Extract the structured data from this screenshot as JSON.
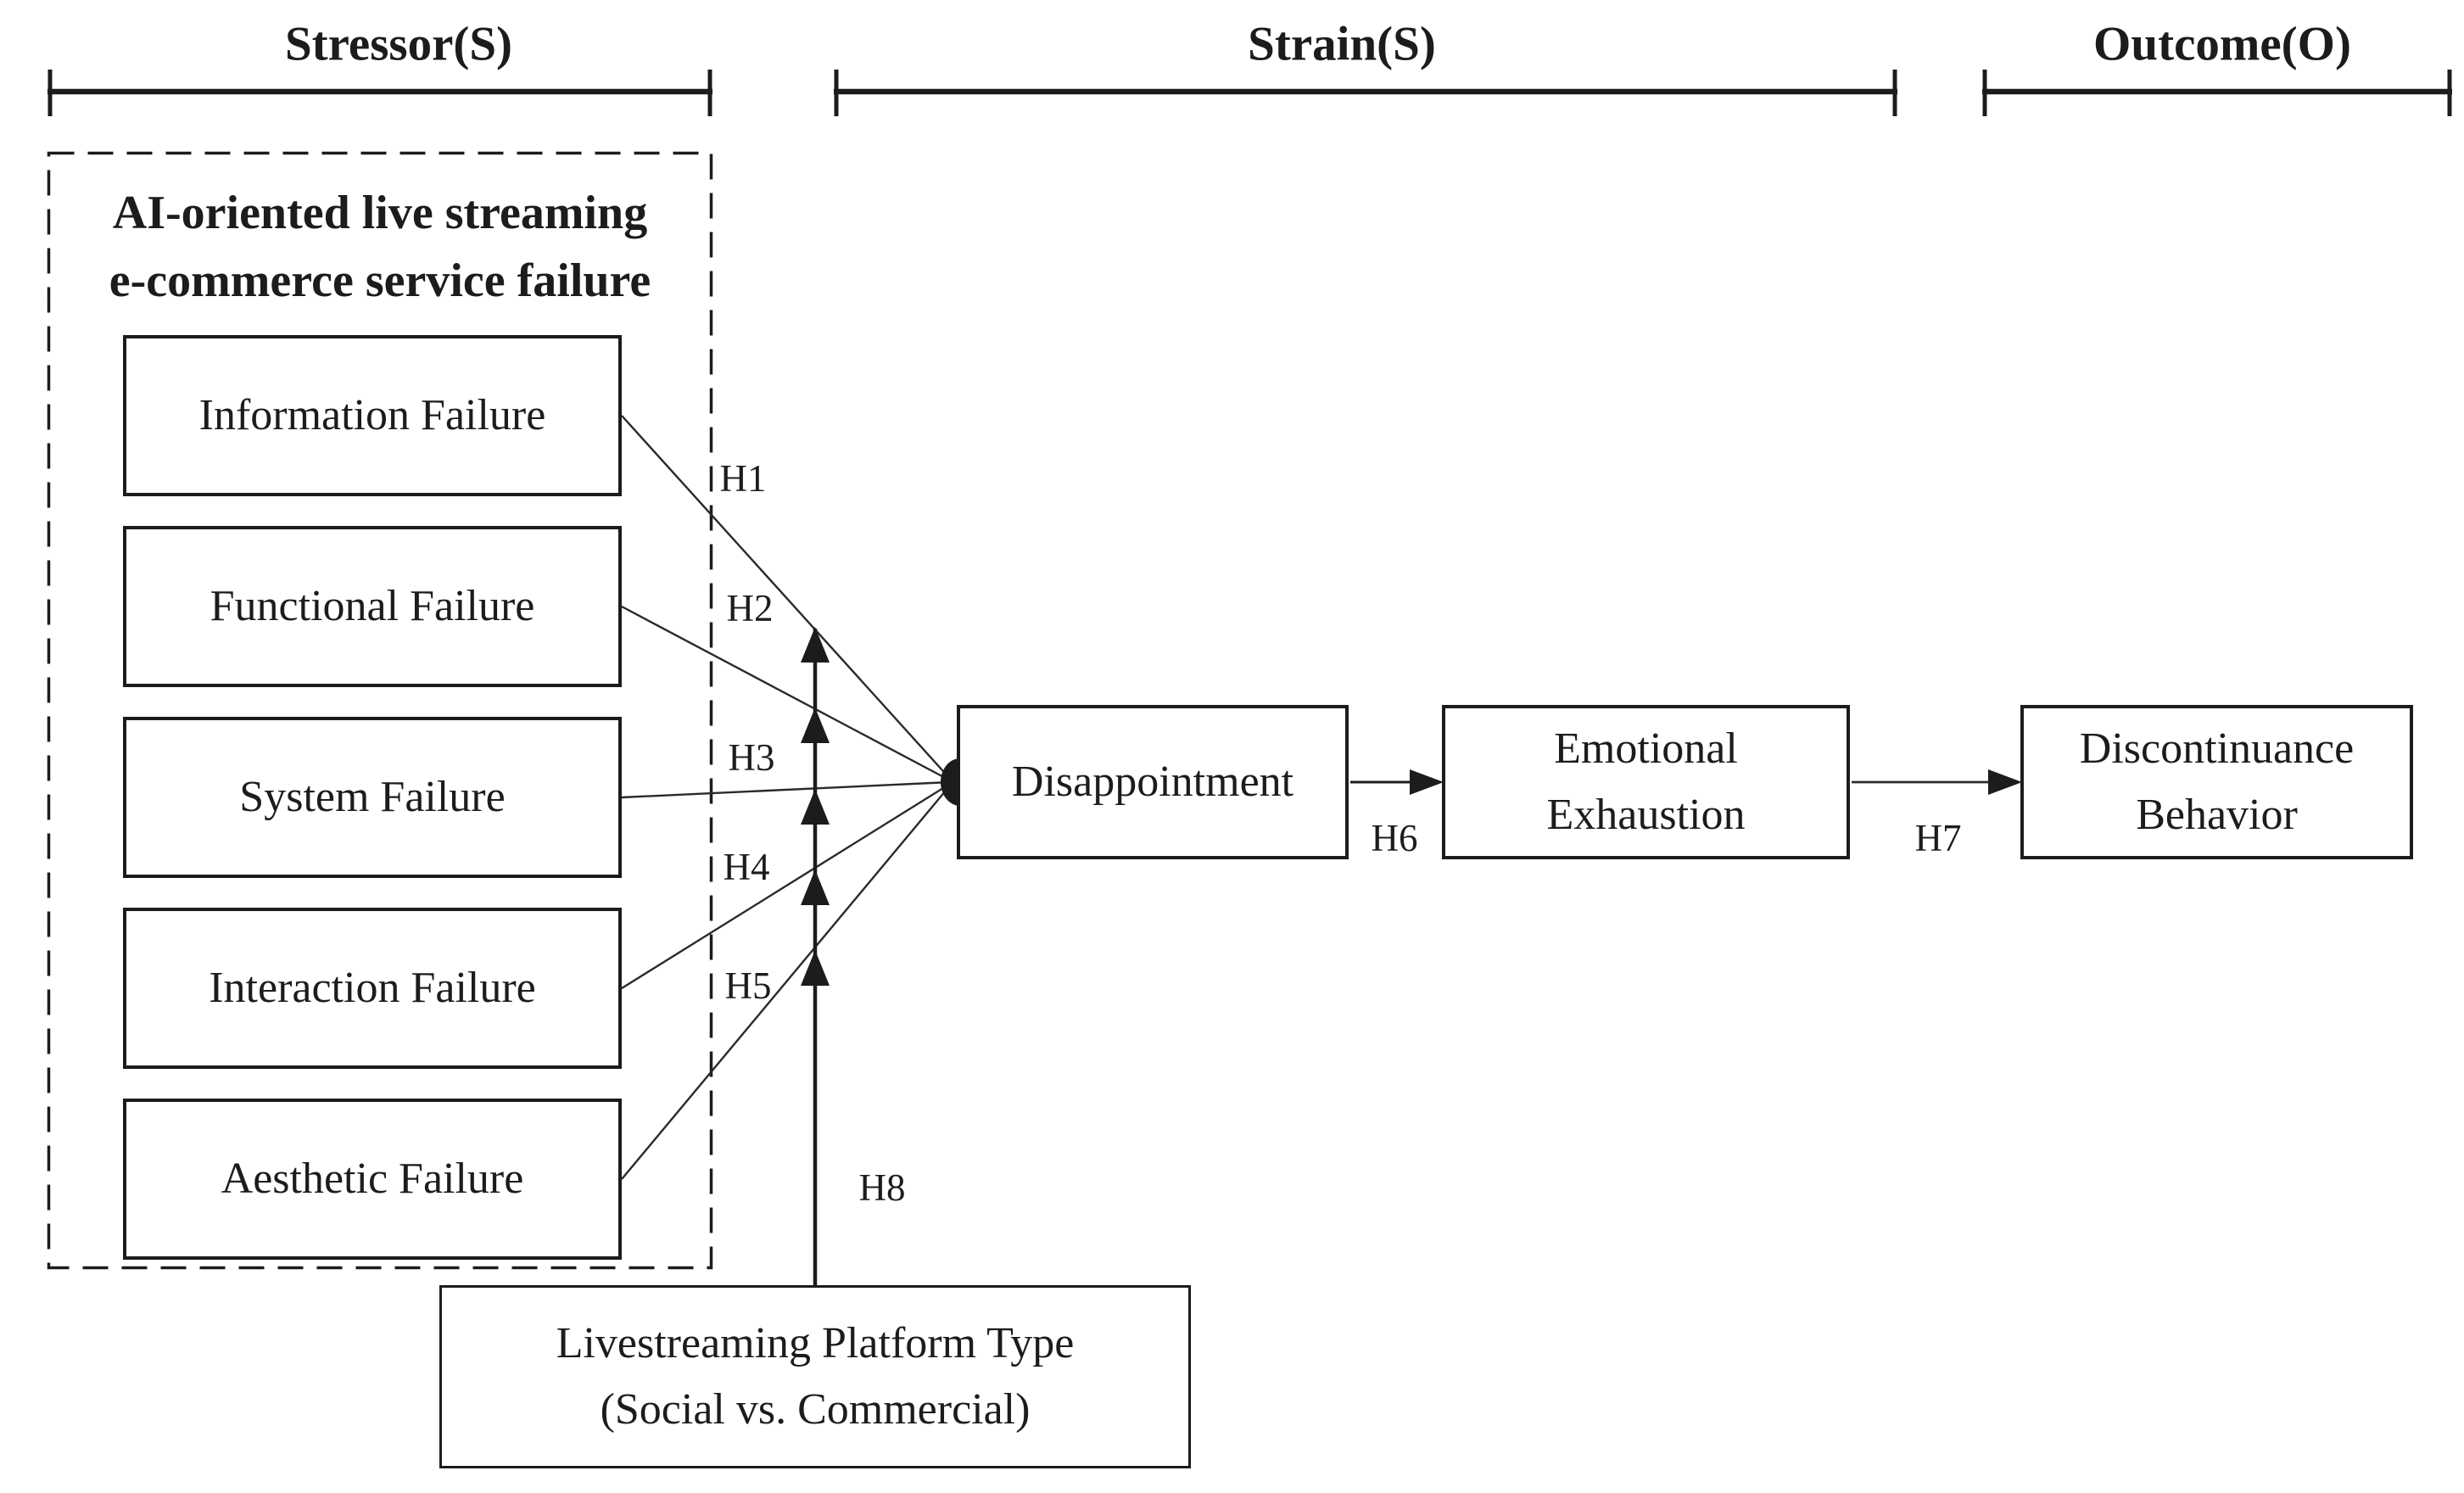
{
  "figure": {
    "colors": {
      "ink": "#1c1c1c",
      "background": "#ffffff"
    },
    "brackets": [
      {
        "label": "Stressor(S)"
      },
      {
        "label": "Strain(S)"
      },
      {
        "label": "Outcome(O)"
      }
    ],
    "stressor_group": {
      "title": "AI-oriented live streaming\ne-commerce service failure",
      "items": [
        "Information Failure",
        "Functional Failure",
        "System Failure",
        "Interaction Failure",
        "Aesthetic Failure"
      ]
    },
    "nodes": {
      "disappointment": "Disappointment",
      "emotional_exhaustion": "Emotional\nExhaustion",
      "discontinuance_behavior": "Discontinuance\nBehavior",
      "platform_type": "Livestreaming Platform Type\n(Social vs. Commercial)"
    },
    "hypotheses": {
      "h1": "H1",
      "h2": "H2",
      "h3": "H3",
      "h4": "H4",
      "h5": "H5",
      "h6": "H6",
      "h7": "H7",
      "h8": "H8"
    }
  }
}
